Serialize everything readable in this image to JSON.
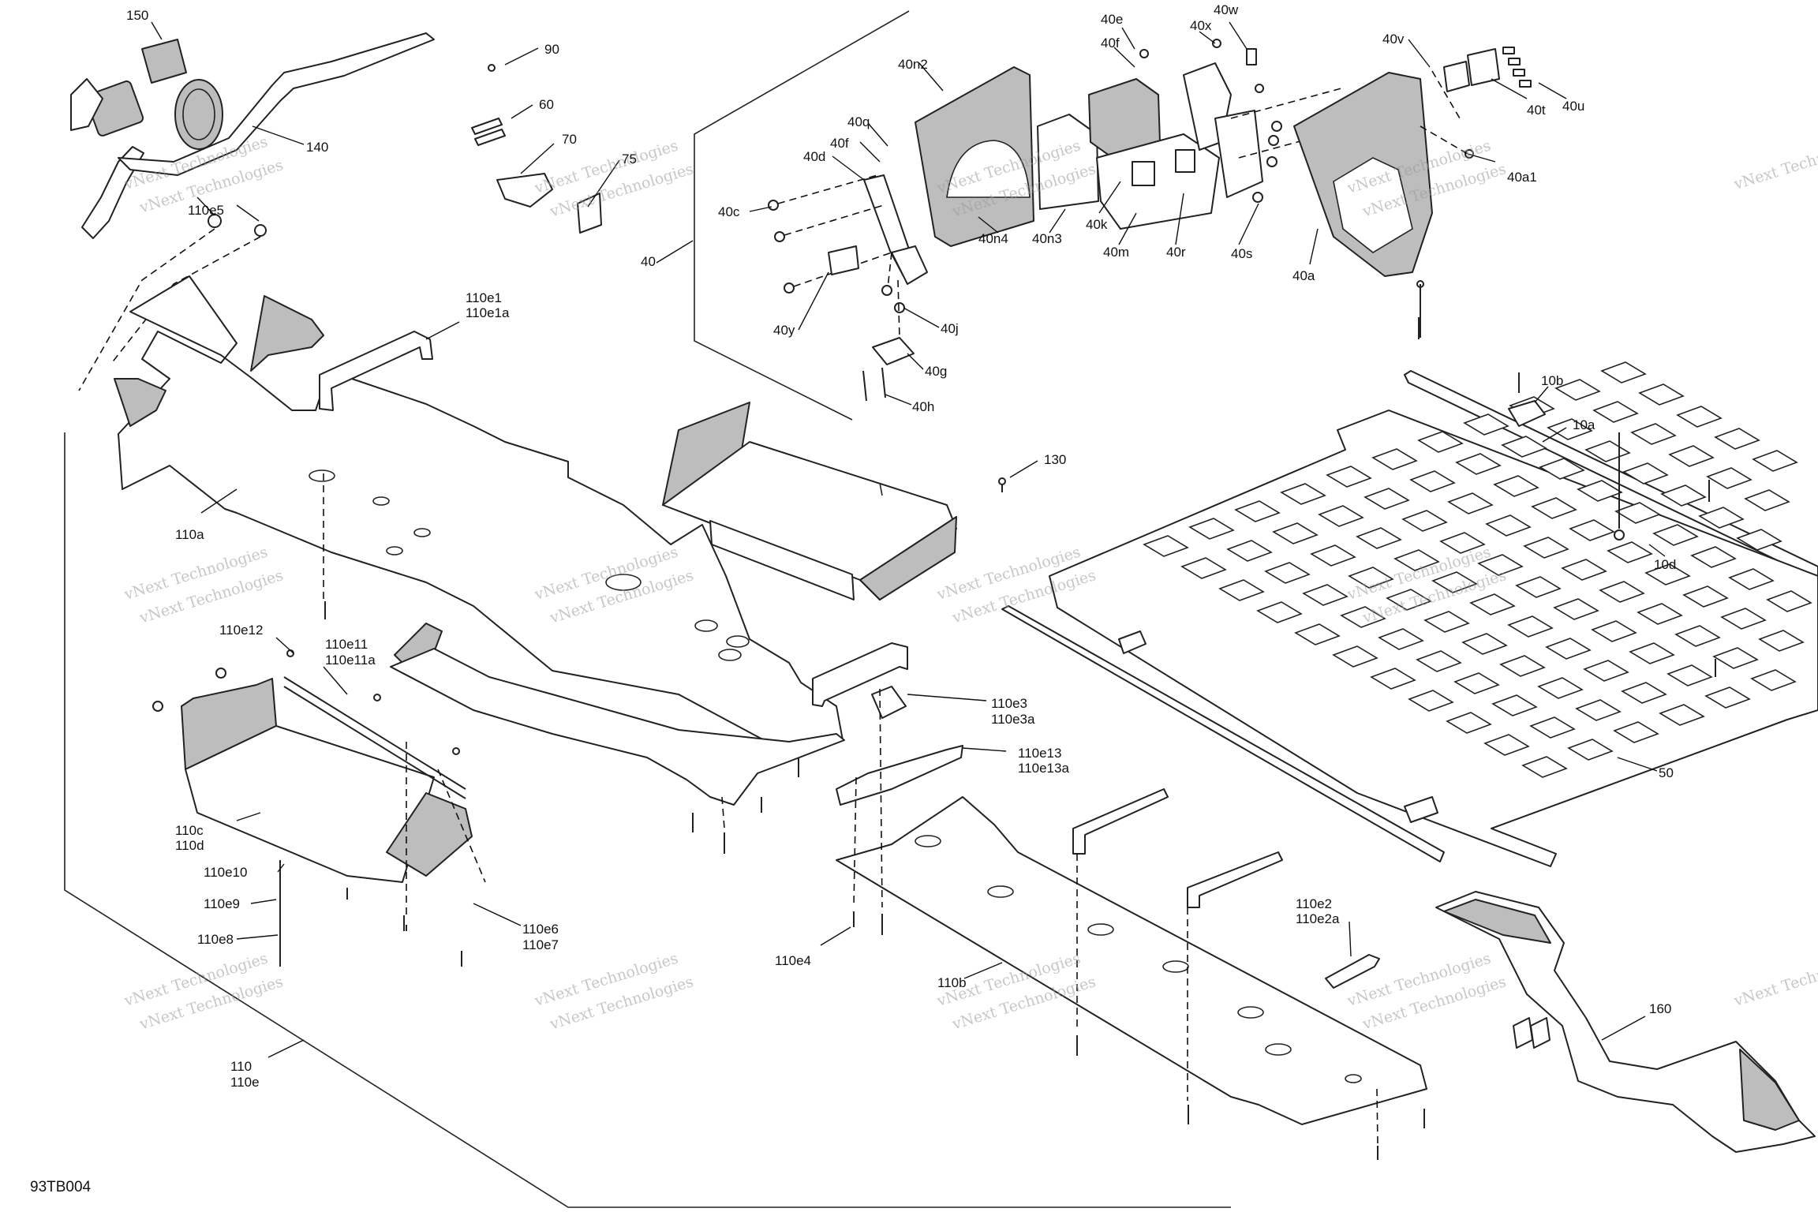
{
  "diagram_code": "93TB004",
  "watermark": [
    "vNext Technologies",
    "vNext\nTechnologies"
  ],
  "callouts": [
    {
      "id": "c-150",
      "text": "150"
    },
    {
      "id": "c-140",
      "text": "140"
    },
    {
      "id": "c-110e5",
      "text": "110e5"
    },
    {
      "id": "c-90",
      "text": "90"
    },
    {
      "id": "c-60",
      "text": "60"
    },
    {
      "id": "c-70",
      "text": "70"
    },
    {
      "id": "c-75",
      "text": "75"
    },
    {
      "id": "c-40",
      "text": "40"
    },
    {
      "id": "c-40n2",
      "text": "40n2"
    },
    {
      "id": "c-40q",
      "text": "40q"
    },
    {
      "id": "c-40f-a",
      "text": "40f"
    },
    {
      "id": "c-40d",
      "text": "40d"
    },
    {
      "id": "c-40c",
      "text": "40c"
    },
    {
      "id": "c-40y",
      "text": "40y"
    },
    {
      "id": "c-40j",
      "text": "40j"
    },
    {
      "id": "c-40g",
      "text": "40g"
    },
    {
      "id": "c-40h",
      "text": "40h"
    },
    {
      "id": "c-40n4",
      "text": "40n4"
    },
    {
      "id": "c-40n3",
      "text": "40n3"
    },
    {
      "id": "c-40e",
      "text": "40e"
    },
    {
      "id": "c-40f-b",
      "text": "40f"
    },
    {
      "id": "c-40x",
      "text": "40x"
    },
    {
      "id": "c-40w",
      "text": "40w"
    },
    {
      "id": "c-40k",
      "text": "40k"
    },
    {
      "id": "c-40m",
      "text": "40m"
    },
    {
      "id": "c-40r",
      "text": "40r"
    },
    {
      "id": "c-40s",
      "text": "40s"
    },
    {
      "id": "c-40a",
      "text": "40a"
    },
    {
      "id": "c-40v",
      "text": "40v"
    },
    {
      "id": "c-40t",
      "text": "40t"
    },
    {
      "id": "c-40u",
      "text": "40u"
    },
    {
      "id": "c-40a1",
      "text": "40a1"
    },
    {
      "id": "c-110e1",
      "text": "110e1"
    },
    {
      "id": "c-110e1a",
      "text": "110e1a"
    },
    {
      "id": "c-110a",
      "text": "110a"
    },
    {
      "id": "c-130",
      "text": "130"
    },
    {
      "id": "c-10b",
      "text": "10b"
    },
    {
      "id": "c-10a",
      "text": "10a"
    },
    {
      "id": "c-10d",
      "text": "10d"
    },
    {
      "id": "c-50",
      "text": "50"
    },
    {
      "id": "c-110e12",
      "text": "110e12"
    },
    {
      "id": "c-110e11",
      "text": "110e11"
    },
    {
      "id": "c-110e11a",
      "text": "110e11a"
    },
    {
      "id": "c-110e3",
      "text": "110e3"
    },
    {
      "id": "c-110e3a",
      "text": "110e3a"
    },
    {
      "id": "c-110e13",
      "text": "110e13"
    },
    {
      "id": "c-110e13a",
      "text": "110e13a"
    },
    {
      "id": "c-110c",
      "text": "110c"
    },
    {
      "id": "c-110d",
      "text": "110d"
    },
    {
      "id": "c-110e10",
      "text": "110e10"
    },
    {
      "id": "c-110e9",
      "text": "110e9"
    },
    {
      "id": "c-110e8",
      "text": "110e8"
    },
    {
      "id": "c-110e6",
      "text": "110e6"
    },
    {
      "id": "c-110e7",
      "text": "110e7"
    },
    {
      "id": "c-110e4",
      "text": "110e4"
    },
    {
      "id": "c-110b",
      "text": "110b"
    },
    {
      "id": "c-110e2",
      "text": "110e2"
    },
    {
      "id": "c-110e2a",
      "text": "110e2a"
    },
    {
      "id": "c-160",
      "text": "160"
    },
    {
      "id": "c-110",
      "text": "110"
    },
    {
      "id": "c-110e",
      "text": "110e"
    }
  ]
}
